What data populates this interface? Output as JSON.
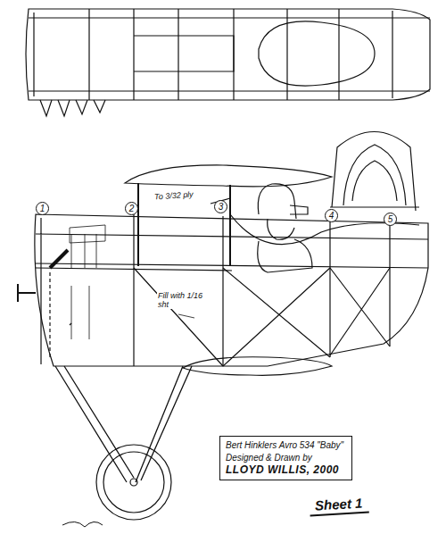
{
  "diagram": {
    "nodes": [
      {
        "text": [
          "1"
        ]
      },
      {
        "text": [
          "2"
        ]
      },
      {
        "text": [
          "3"
        ]
      },
      {
        "text": [
          "4"
        ]
      },
      {
        "text": [
          "5"
        ]
      },
      {
        "text": [
          "Bert Hinklers Avro 534 \"Baby\"",
          "Designed & Drawn by",
          "LLOYD WILLIS, 2000"
        ]
      }
    ],
    "edges": [],
    "labels": [
      "To 3/32 ply",
      "Fill with 1/16 sht",
      "Sheet 1"
    ]
  }
}
